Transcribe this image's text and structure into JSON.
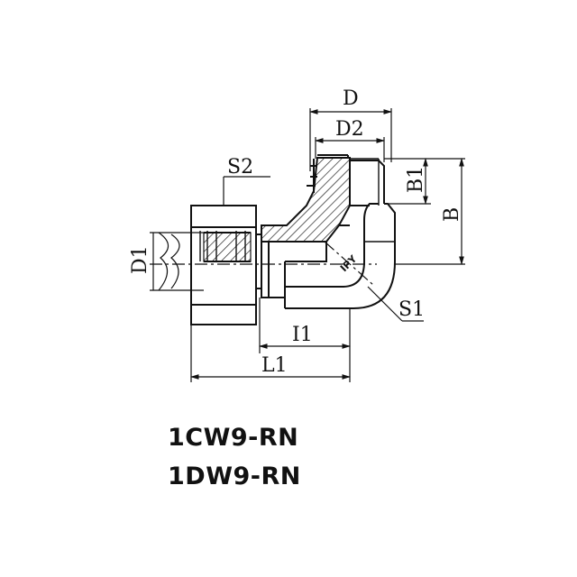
{
  "dimensions": {
    "D": "D",
    "D2": "D2",
    "B1": "B1",
    "B": "B",
    "S2": "S2",
    "D1": "D1",
    "S1": "S1",
    "I1": "I1",
    "L1": "L1"
  },
  "brand_mark": "IPY",
  "codes": [
    "1CW9-RN",
    "1DW9-RN"
  ]
}
